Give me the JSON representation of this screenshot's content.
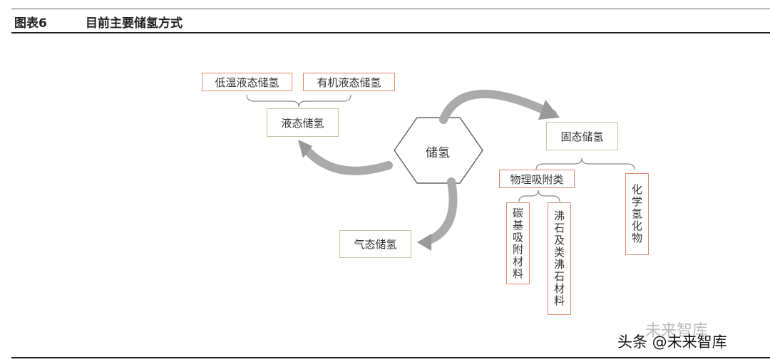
{
  "header": {
    "figure_number": "图表6",
    "figure_title": "目前主要储氢方式"
  },
  "diagram": {
    "center": "储氢",
    "liquid": {
      "label": "液态储氢",
      "children": [
        "低温液态储氢",
        "有机液态储氢"
      ]
    },
    "solid": {
      "label": "固态储氢",
      "physical": {
        "label": "物理吸附类",
        "children": [
          "碳基吸附材料",
          "沸石及类沸石材料"
        ]
      },
      "chemical": "化学氢化物"
    },
    "gas": {
      "label": "气态储氢"
    }
  },
  "watermark": {
    "ghost": "未来智库",
    "text": "头条 @未来智库"
  },
  "colors": {
    "orange_border": "#e08a6a",
    "green_border": "#b9c9a2",
    "arrow": "#999999"
  }
}
